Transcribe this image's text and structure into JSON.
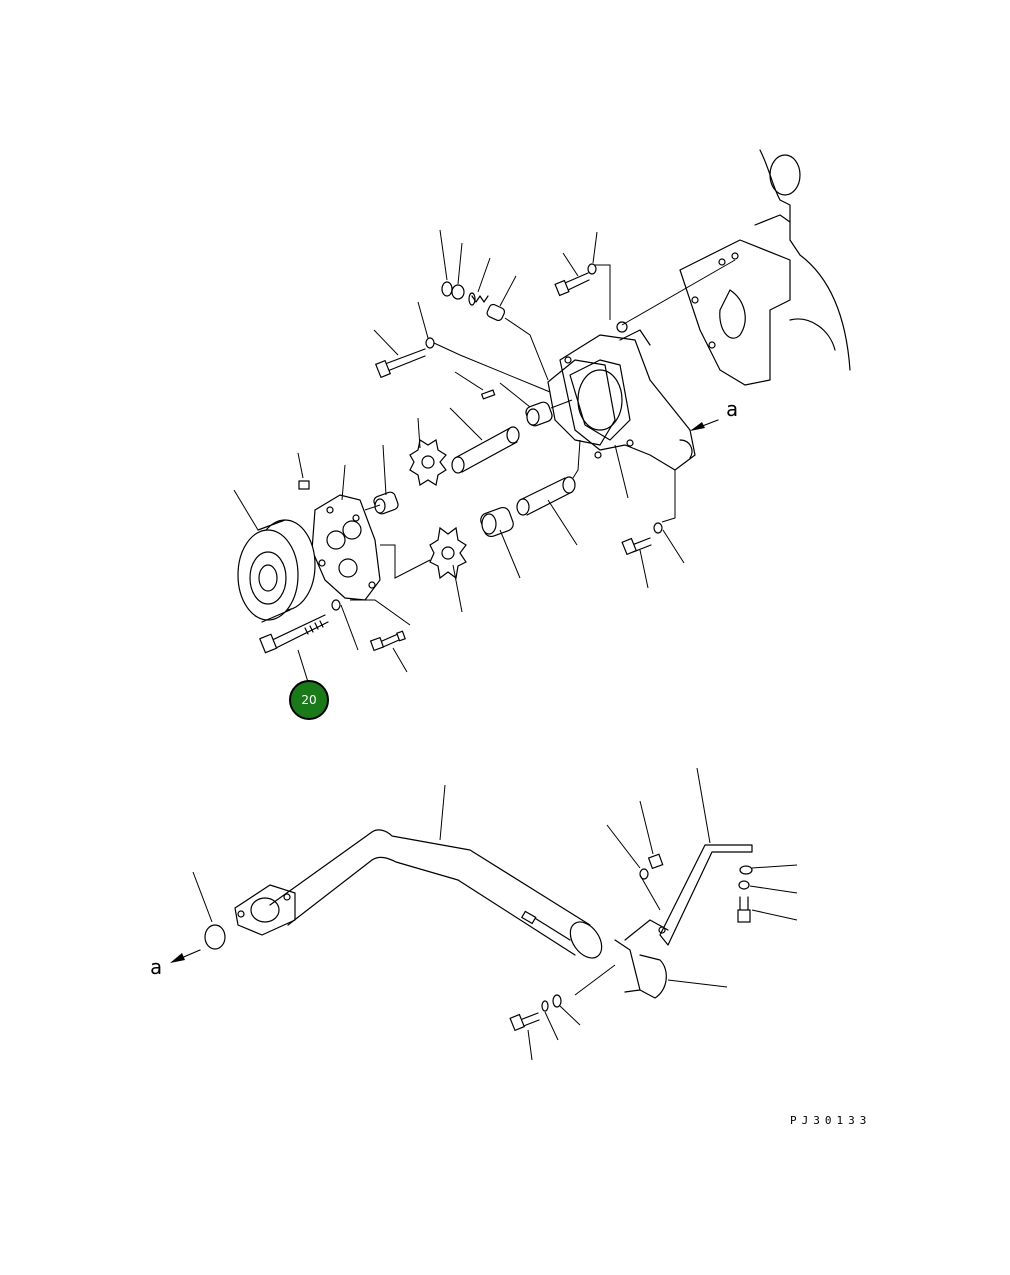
{
  "diagram": {
    "drawing_code": "PJ30133",
    "arrow_labels": {
      "top": "a",
      "bottom": "a"
    },
    "callout": {
      "label": "20",
      "color": "#1a7a1a",
      "border": "#000000"
    }
  }
}
